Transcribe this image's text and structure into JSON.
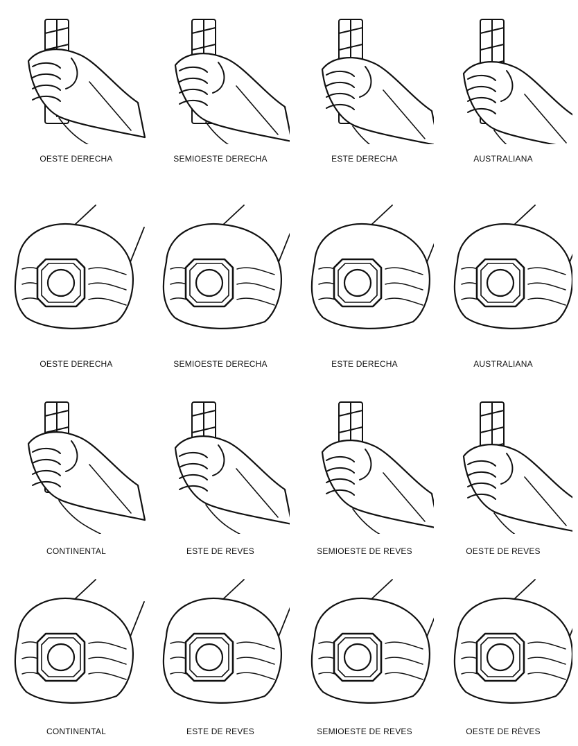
{
  "figure": {
    "rows": [
      {
        "view": "side",
        "items": [
          {
            "label": "OESTE DERECHA",
            "icon": "hand-grip-side-icon"
          },
          {
            "label": "SEMIOESTE DERECHA",
            "icon": "hand-grip-side-icon"
          },
          {
            "label": "ESTE DERECHA",
            "icon": "hand-grip-side-icon"
          },
          {
            "label": "AUSTRALIANA",
            "icon": "hand-grip-side-icon"
          }
        ]
      },
      {
        "view": "end",
        "items": [
          {
            "label": "OESTE DERECHA",
            "icon": "hand-grip-end-icon"
          },
          {
            "label": "SEMIOESTE DERECHA",
            "icon": "hand-grip-end-icon"
          },
          {
            "label": "ESTE DERECHA",
            "icon": "hand-grip-end-icon"
          },
          {
            "label": "AUSTRALIANA",
            "icon": "hand-grip-end-icon"
          }
        ]
      },
      {
        "view": "side",
        "items": [
          {
            "label": "CONTINENTAL",
            "icon": "hand-grip-side-icon"
          },
          {
            "label": "ESTE DE REVES",
            "icon": "hand-grip-side-icon"
          },
          {
            "label": "SEMIOESTE DE REVES",
            "icon": "hand-grip-side-icon"
          },
          {
            "label": "OESTE DE REVES",
            "icon": "hand-grip-side-icon"
          }
        ]
      },
      {
        "view": "end",
        "items": [
          {
            "label": "CONTINENTAL",
            "icon": "hand-grip-end-icon"
          },
          {
            "label": "ESTE DE REVES",
            "icon": "hand-grip-end-icon"
          },
          {
            "label": "SEMIOESTE DE REVES",
            "icon": "hand-grip-end-icon"
          },
          {
            "label": "OESTE DE RÈVES",
            "icon": "hand-grip-end-icon"
          }
        ]
      }
    ]
  },
  "colors": {
    "ink": "#111111",
    "paper": "#ffffff"
  }
}
